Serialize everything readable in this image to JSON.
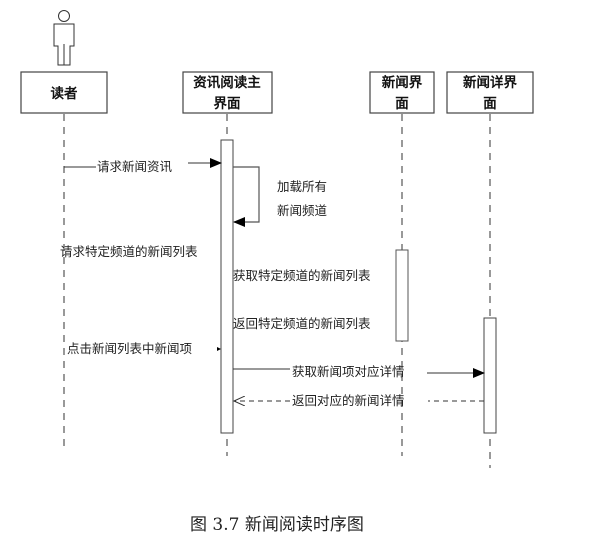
{
  "diagram": {
    "type": "sequence",
    "actor": {
      "name": "读者",
      "icon": "person-icon"
    },
    "participants": [
      {
        "id": "reader",
        "lines": [
          "读者"
        ]
      },
      {
        "id": "main",
        "lines": [
          "资讯阅读主",
          "界面"
        ]
      },
      {
        "id": "news",
        "lines": [
          "新闻界",
          "面"
        ]
      },
      {
        "id": "detail",
        "lines": [
          "新闻详界",
          "面"
        ]
      }
    ],
    "messages": [
      {
        "from": "reader",
        "to": "main",
        "label": "请求新闻资讯",
        "style": "sync"
      },
      {
        "from": "main",
        "to": "main",
        "label_lines": [
          "加载所有",
          "新闻频道"
        ],
        "style": "self"
      },
      {
        "from": "reader",
        "to": "main",
        "label": "请求特定频道的新闻列表",
        "style": "note"
      },
      {
        "from": "main",
        "to": "news",
        "label": "获取特定频道的新闻列表",
        "style": "note"
      },
      {
        "from": "news",
        "to": "main",
        "label": "返回特定频道的新闻列表",
        "style": "note"
      },
      {
        "from": "reader",
        "to": "main",
        "label": "点击新闻列表中新闻项",
        "style": "sync"
      },
      {
        "from": "main",
        "to": "detail",
        "label": "获取新闻项对应详情",
        "style": "sync"
      },
      {
        "from": "detail",
        "to": "main",
        "label": "返回对应的新闻详情",
        "style": "return"
      }
    ],
    "caption": "图 3.7  新闻阅读时序图"
  }
}
